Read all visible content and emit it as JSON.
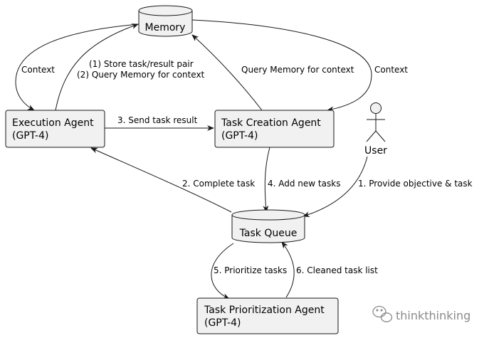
{
  "colors": {
    "node_fill": "#f1f1f1",
    "stroke": "#181818",
    "watermark": "#8a8a8a"
  },
  "nodes": {
    "memory": {
      "label": "Memory"
    },
    "execution_agent": {
      "line1": "Execution Agent",
      "line2": "(GPT-4)"
    },
    "task_creation_agent": {
      "line1": "Task Creation Agent",
      "line2": "(GPT-4)"
    },
    "user": {
      "label": "User",
      "icon": "actor-icon"
    },
    "task_queue": {
      "label": "Task Queue"
    },
    "task_prioritization_agent": {
      "line1": "Task Prioritization Agent",
      "line2": "(GPT-4)"
    }
  },
  "edges": {
    "context_left": "Context",
    "store_line1": "(1) Store task/result pair",
    "store_line2": "(2) Query Memory for context",
    "query_memory": "Query Memory for context",
    "context_right": "Context",
    "send_task_result": "3. Send task result",
    "complete_task": "2. Complete task",
    "add_new_tasks": "4. Add new tasks",
    "provide_objective": "1. Provide objective & task",
    "prioritize_tasks": "5. Prioritize tasks",
    "cleaned_task_list": "6. Cleaned task list"
  },
  "watermark": {
    "text": "thinkthinking",
    "icon": "wechat-icon"
  }
}
